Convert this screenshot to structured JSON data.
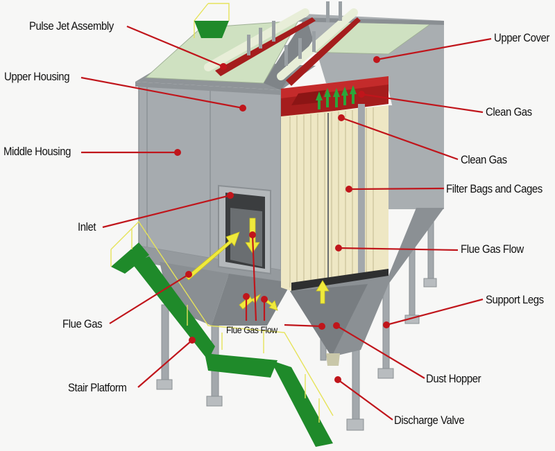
{
  "diagram": {
    "type": "labeled-3d-illustration",
    "subject": "Pulse jet bag filter dust collector",
    "label_color": "#111111",
    "leader_color": "#c0151b",
    "colors": {
      "housing": "#9fa4a8",
      "housing_dark": "#7d8387",
      "cover": "#cfe3c3",
      "manifold": "#a51d1d",
      "filter_bags": "#efe9c8",
      "stair": "#1f8a2a",
      "railing": "#e6e35a",
      "flow_arrow": "#f0ea3c",
      "clean_gas_arrow": "#2ba63a"
    },
    "labels": [
      {
        "id": "pulse-jet-assembly",
        "text": "Pulse Jet Assembly"
      },
      {
        "id": "upper-housing",
        "text": "Upper Housing"
      },
      {
        "id": "middle-housing",
        "text": "Middle Housing"
      },
      {
        "id": "inlet",
        "text": "Inlet"
      },
      {
        "id": "flue-gas",
        "text": "Flue Gas"
      },
      {
        "id": "stair-platform",
        "text": "Stair Platform"
      },
      {
        "id": "flue-gas-flow-bottom",
        "text": "Flue Gas Flow"
      },
      {
        "id": "upper-cover",
        "text": "Upper Cover"
      },
      {
        "id": "clean-gas-1",
        "text": "Clean Gas"
      },
      {
        "id": "clean-gas-2",
        "text": "Clean Gas"
      },
      {
        "id": "filter-bags-and-cages",
        "text": "Filter Bags and Cages"
      },
      {
        "id": "flue-gas-flow-right",
        "text": "Flue Gas Flow"
      },
      {
        "id": "support-legs",
        "text": "Support Legs"
      },
      {
        "id": "dust-hopper",
        "text": "Dust Hopper"
      },
      {
        "id": "discharge-valve",
        "text": "Discharge Valve"
      }
    ]
  }
}
